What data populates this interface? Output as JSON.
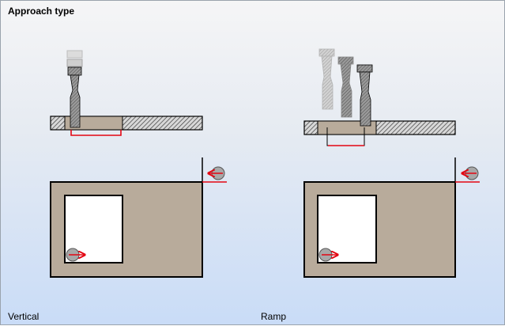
{
  "dialog": {
    "title": "Approach type"
  },
  "options": [
    {
      "label": "Vertical"
    },
    {
      "label": "Ramp"
    }
  ],
  "colors": {
    "material": "#b8ab9b",
    "hatch": "#555555",
    "path": "#e30613",
    "outline": "#000000",
    "marker_fill": "#a8a8a8"
  }
}
